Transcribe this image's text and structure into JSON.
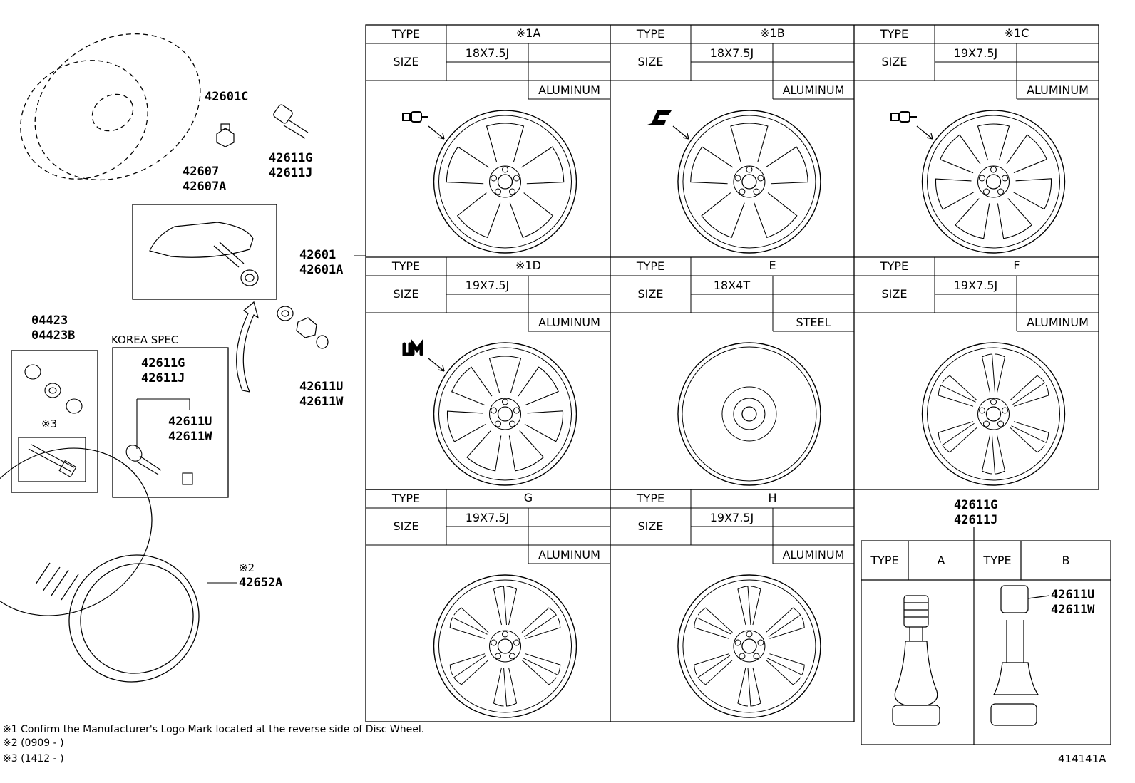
{
  "parts": {
    "p42601c": "42601C",
    "p42611g_top": "42611G",
    "p42611j_top": "42611J",
    "p42607": "42607",
    "p42607a": "42607A",
    "p42601": "42601",
    "p42601a": "42601A",
    "p04423": "04423",
    "p04423b": "04423B",
    "korea_spec": "KOREA SPEC",
    "korea_g": "42611G",
    "korea_j": "42611J",
    "korea_u": "42611U",
    "korea_w": "42611W",
    "mark3": "※3",
    "p42611u": "42611U",
    "p42611w": "42611W",
    "mark2": "※2",
    "p42652a": "42652A"
  },
  "wheel_table": {
    "type_label": "TYPE",
    "size_label": "SIZE",
    "wheels": [
      {
        "type": "※1A",
        "size": "18X7.5J",
        "material": "ALUMINUM",
        "logo": "valve-logo"
      },
      {
        "type": "※1B",
        "size": "18X7.5J",
        "material": "ALUMINUM",
        "logo": "L-logo"
      },
      {
        "type": "※1C",
        "size": "19X7.5J",
        "material": "ALUMINUM",
        "logo": "valve-logo"
      },
      {
        "type": "※1D",
        "size": "19X7.5J",
        "material": "ALUMINUM",
        "logo": "UM-logo"
      },
      {
        "type": "E",
        "size": "18X4T",
        "material": "STEEL"
      },
      {
        "type": "F",
        "size": "19X7.5J",
        "material": "ALUMINUM"
      },
      {
        "type": "G",
        "size": "19X7.5J",
        "material": "ALUMINUM"
      },
      {
        "type": "H",
        "size": "19X7.5J",
        "material": "ALUMINUM"
      }
    ]
  },
  "valve_table": {
    "title_g": "42611G",
    "title_j": "42611J",
    "type_label": "TYPE",
    "type_a": "A",
    "type_b": "B",
    "cap_u": "42611U",
    "cap_w": "42611W"
  },
  "footnotes": {
    "note1": "※1 Confirm the Manufacturer's Logo Mark located at the reverse side of Disc Wheel.",
    "note2": "※2 (0909 -       )",
    "note3": "※3 (1412 -       )"
  },
  "diagram_id": "414141A"
}
